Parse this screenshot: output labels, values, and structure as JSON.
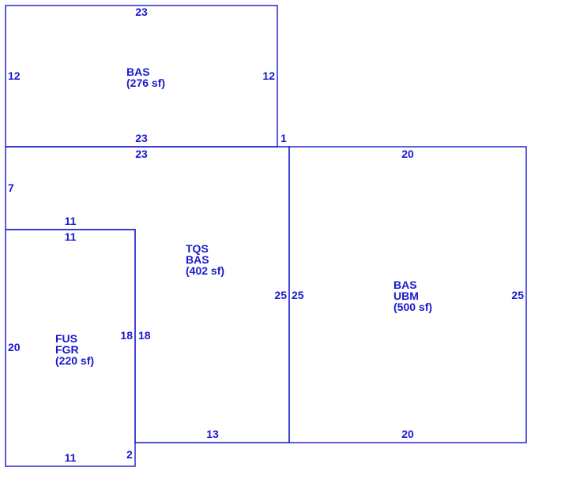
{
  "colors": {
    "line": "#1a1acc",
    "background": "#ffffff"
  },
  "rooms": {
    "bas_top": {
      "lines": [
        "BAS",
        "(276 sf)"
      ]
    },
    "tqs_bas": {
      "lines": [
        "TQS",
        "BAS",
        "(402 sf)"
      ]
    },
    "fus_fgr": {
      "lines": [
        "FUS",
        "FGR",
        "(220 sf)"
      ]
    },
    "bas_ubm": {
      "lines": [
        "BAS",
        "UBM",
        "(500 sf)"
      ]
    }
  },
  "dimensions": {
    "bas_top_top": "23",
    "bas_top_left": "12",
    "bas_top_right": "12",
    "bas_top_bottom": "23",
    "offset_one": "1",
    "tqs_top": "23",
    "tqs_left_upper": "7",
    "tqs_notch_top": "11",
    "tqs_notch_right": "18",
    "tqs_right": "25",
    "tqs_bottom": "13",
    "fus_top": "11",
    "fus_left": "20",
    "fus_right": "18",
    "fus_bottom": "11",
    "fus_step": "2",
    "ubm_top": "20",
    "ubm_left": "25",
    "ubm_right": "25",
    "ubm_bottom": "20"
  }
}
